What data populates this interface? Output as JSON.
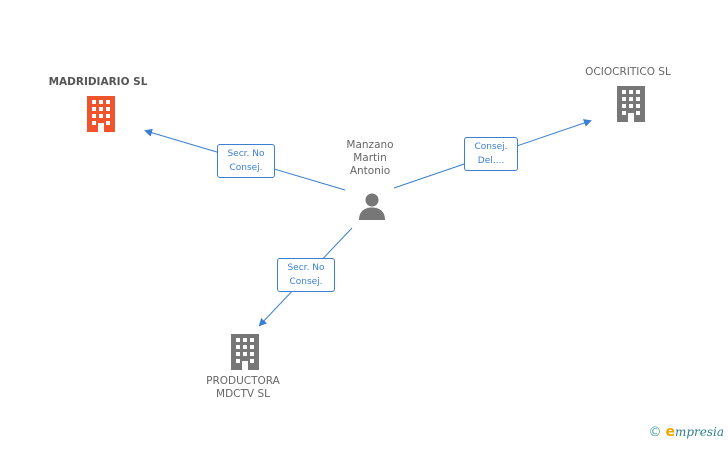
{
  "center": {
    "name": "Manzano\nMartin\nAntonio",
    "icon": "person-icon"
  },
  "companies": [
    {
      "id": "madridiario",
      "name": "MADRIDIARIO SL",
      "highlight": true,
      "color": "#f0542c",
      "icon": "building-icon"
    },
    {
      "id": "ociocritico",
      "name": "OCIOCRITICO SL",
      "highlight": false,
      "color": "#777777",
      "icon": "building-icon"
    },
    {
      "id": "productora",
      "name": "PRODUCTORA\nMDCTV SL",
      "highlight": false,
      "color": "#777777",
      "icon": "building-icon"
    }
  ],
  "relations": [
    {
      "to": "madridiario",
      "label": "Secr. No\nConsej."
    },
    {
      "to": "ociocritico",
      "label": "Consej.\nDel...."
    },
    {
      "to": "productora",
      "label": "Secr. No\nConsej."
    }
  ],
  "colors": {
    "edge": "#3b7fd4",
    "person": "#777777"
  },
  "footer": {
    "copyright_symbol": "©",
    "brand_initial": "e",
    "brand_rest": "mpresia"
  }
}
